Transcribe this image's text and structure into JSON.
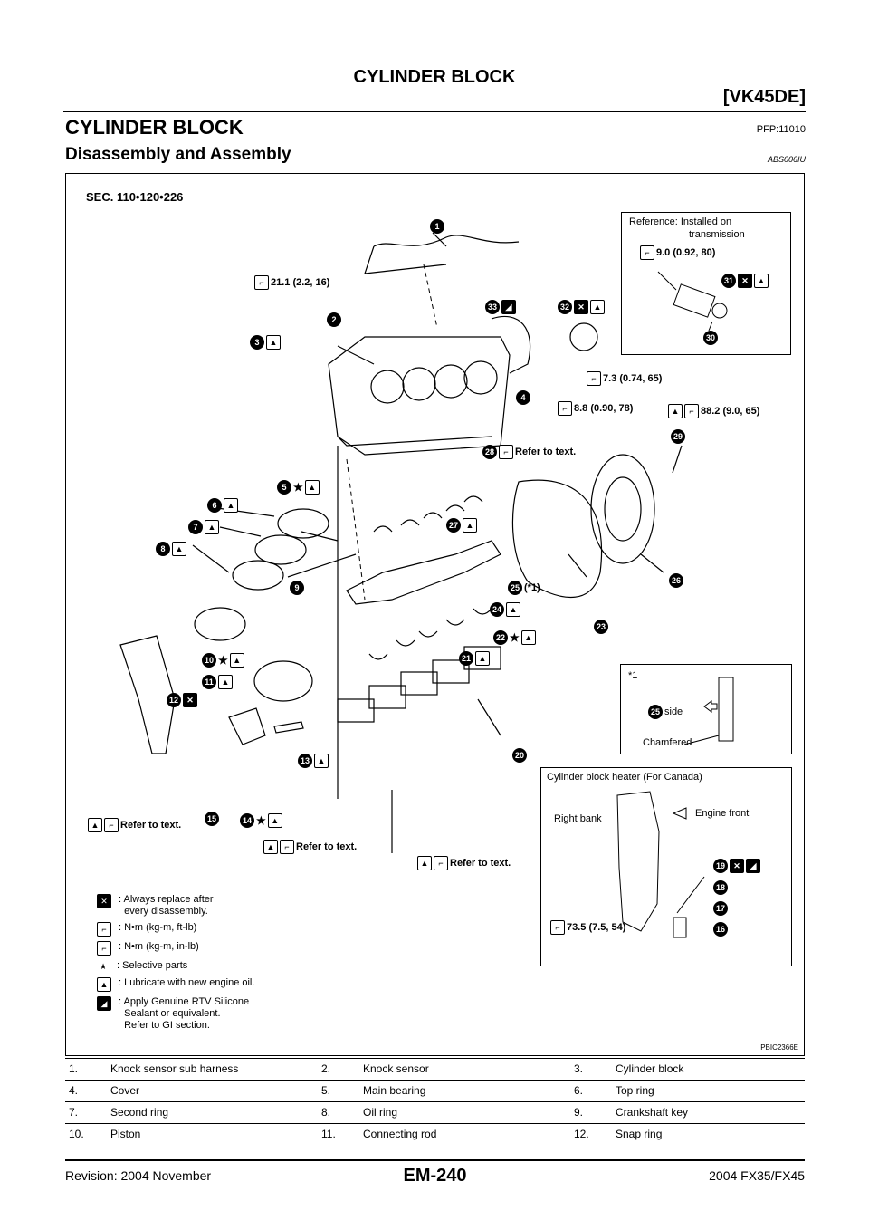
{
  "header": {
    "title": "CYLINDER BLOCK",
    "engine": "[VK45DE]"
  },
  "section": {
    "title": "CYLINDER BLOCK",
    "code": "PFP:11010",
    "subtitle": "Disassembly and Assembly",
    "subcode": "ABS006IU"
  },
  "figure": {
    "sec_label": "SEC. 110•120•226",
    "id": "PBIC2366E",
    "torques": {
      "t1": "21.1 (2.2, 16)",
      "t2": "7.3 (0.74, 65)",
      "t3": "8.8 (0.90, 78)",
      "t4": "88.2 (9.0, 65)",
      "t5": "9.0 (0.92, 80)",
      "t6": "73.5 (7.5, 54)",
      "t7": "(*1)"
    },
    "refer": "Refer to text.",
    "ref_box": {
      "line1": "Reference: Installed on",
      "line2": "transmission"
    },
    "note_box": {
      "star": "*1",
      "side": "side",
      "chamfered": "Chamfered"
    },
    "heater_box": {
      "title": "Cylinder block heater (For Canada)",
      "right_bank": "Right bank",
      "engine_front": "Engine front"
    },
    "callouts": [
      "1",
      "2",
      "3",
      "4",
      "5",
      "6",
      "7",
      "8",
      "9",
      "10",
      "11",
      "12",
      "13",
      "14",
      "15",
      "16",
      "17",
      "18",
      "19",
      "20",
      "21",
      "22",
      "23",
      "24",
      "25",
      "26",
      "27",
      "28",
      "29",
      "30",
      "31",
      "32",
      "33"
    ]
  },
  "legend": [
    {
      "icon": "replace-icon",
      "text": ": Always replace after\n  every disassembly."
    },
    {
      "icon": "torque-ftlb-icon",
      "text": ": N•m (kg-m, ft-lb)"
    },
    {
      "icon": "torque-inlb-icon",
      "text": ": N•m (kg-m, in-lb)"
    },
    {
      "icon": "selective-icon",
      "text": ": Selective parts"
    },
    {
      "icon": "lubricate-icon",
      "text": ": Lubricate with new engine oil."
    },
    {
      "icon": "sealant-icon",
      "text": ": Apply Genuine RTV Silicone\n  Sealant or equivalent.\n  Refer to GI section."
    }
  ],
  "parts": [
    [
      {
        "n": "1.",
        "l": "Knock sensor sub harness"
      },
      {
        "n": "2.",
        "l": "Knock sensor"
      },
      {
        "n": "3.",
        "l": "Cylinder block"
      }
    ],
    [
      {
        "n": "4.",
        "l": "Cover"
      },
      {
        "n": "5.",
        "l": "Main bearing"
      },
      {
        "n": "6.",
        "l": "Top ring"
      }
    ],
    [
      {
        "n": "7.",
        "l": "Second ring"
      },
      {
        "n": "8.",
        "l": "Oil ring"
      },
      {
        "n": "9.",
        "l": "Crankshaft key"
      }
    ],
    [
      {
        "n": "10.",
        "l": "Piston"
      },
      {
        "n": "11.",
        "l": "Connecting rod"
      },
      {
        "n": "12.",
        "l": "Snap ring"
      }
    ]
  ],
  "footer": {
    "revision": "Revision: 2004 November",
    "page": "EM-240",
    "model": "2004 FX35/FX45"
  }
}
